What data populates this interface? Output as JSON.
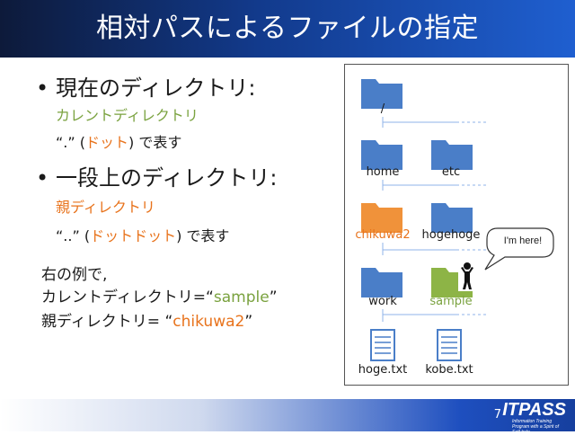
{
  "title": "相対パスによるファイルの指定",
  "bullets": [
    {
      "heading": "現在のディレクトリ:",
      "sub_term": "カレントディレクトリ",
      "notation_prefix": "“.” (",
      "notation_term": "ドット",
      "notation_suffix": ") で表す"
    },
    {
      "heading": "一段上のディレクトリ:",
      "sub_term": "親ディレクトリ",
      "notation_prefix": "“..” (",
      "notation_term": "ドットドット",
      "notation_suffix": ") で表す"
    }
  ],
  "example": {
    "line1": "右の例で,",
    "line2_prefix": "カレントディレクトリ=“",
    "line2_value": "sample",
    "line2_suffix": "”",
    "line3_prefix": "親ディレクトリ= “",
    "line3_value": "chikuwa2",
    "line3_suffix": "”"
  },
  "tree": {
    "root": "/",
    "level1": [
      "home",
      "etc"
    ],
    "level2": [
      "chikuwa2",
      "hogehoge"
    ],
    "level3": [
      "work",
      "sample"
    ],
    "files": [
      "hoge.txt",
      "kobe.txt"
    ],
    "callout": "I'm here!"
  },
  "colors": {
    "folder_blue": "#4a7ec8",
    "folder_orange": "#f0923a",
    "folder_green": "#8db446",
    "current_label": "#7aa23f",
    "parent_label": "#e8731c"
  },
  "footer": {
    "page_number": "7",
    "logo": "ITPASS",
    "logo_sub": "Information Training Program with a Spirit of Self-help"
  }
}
